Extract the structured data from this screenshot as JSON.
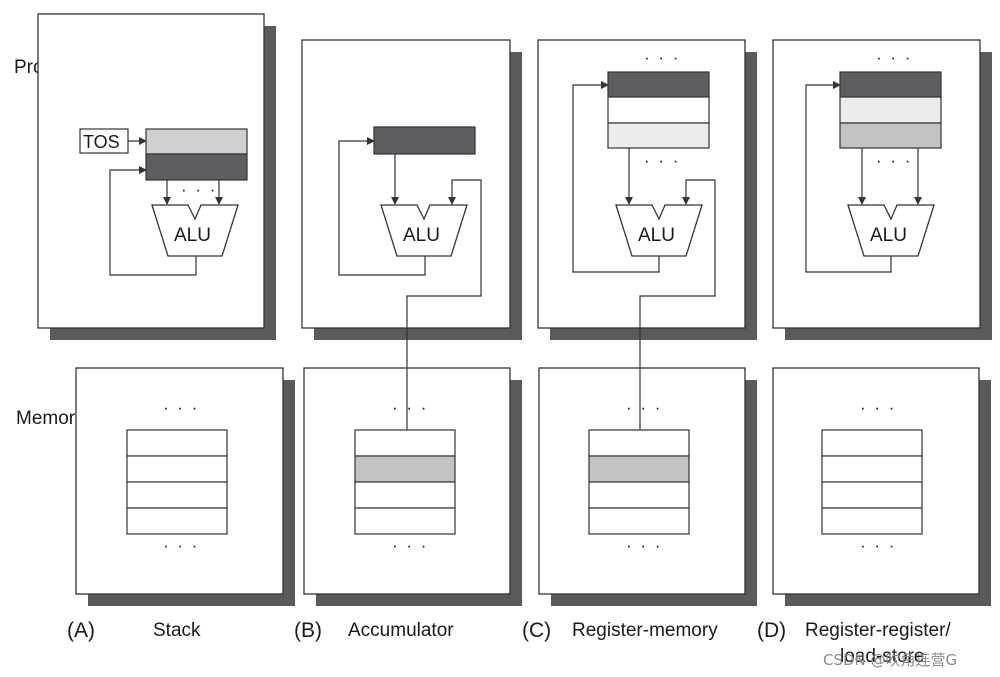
{
  "labels": {
    "processor": "Processor",
    "memory": "Memory",
    "tos": "TOS",
    "alu": "ALU",
    "ellipsis": "· · ·"
  },
  "captions": [
    {
      "letter": "(A)",
      "text": "Stack"
    },
    {
      "letter": "(B)",
      "text": "Accumulator"
    },
    {
      "letter": "(C)",
      "text": "Register-memory"
    },
    {
      "letter": "(D)",
      "text": "Register-register/",
      "text2": "load-store"
    }
  ],
  "watermark": "CSDN @吹角连营G",
  "colors": {
    "dark_register": "#5d5d62",
    "light_register": "#cfd0d2",
    "pale_register": "#ececec",
    "mid_register": "#c2c3c5",
    "shadow": "#5a5a5a"
  }
}
